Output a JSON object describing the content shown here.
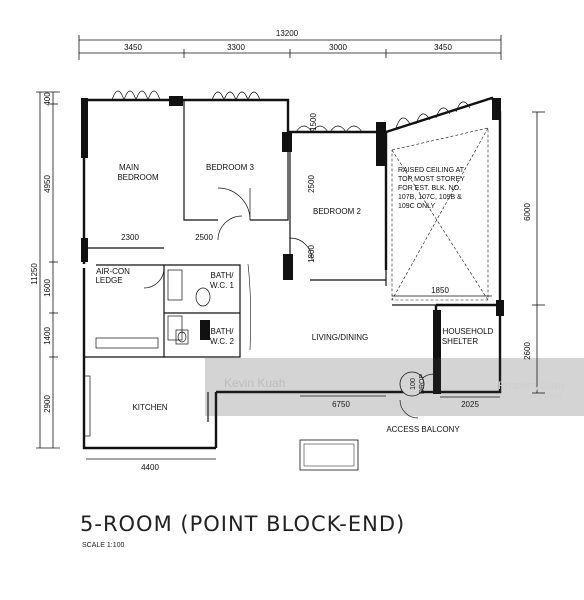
{
  "plan": {
    "title": "5-ROOM (POINT BLOCK-END)",
    "scale": "SCALE  1:100",
    "dimensions": {
      "overall_width": "13200",
      "top_segments": [
        "3450",
        "3300",
        "3000",
        "3450"
      ],
      "left_overall": "11250",
      "left_segments": [
        "400",
        "4950",
        "1600",
        "1400",
        "2900"
      ],
      "right_segments": [
        "6000",
        "2600"
      ],
      "interior": [
        "2300",
        "2500",
        "1500",
        "2500",
        "1800",
        "1850",
        "6750",
        "2025",
        "4400"
      ]
    },
    "rooms": {
      "main_bedroom_line1": "MAIN",
      "main_bedroom_line2": "BEDROOM",
      "bedroom3": "BEDROOM 3",
      "bedroom2": "BEDROOM 2",
      "aircon_line1": "AIR-CON",
      "aircon_line2": "LEDGE",
      "bath1_line1": "BATH/",
      "bath1_line2": "W.C. 1",
      "bath2_line1": "BATH/",
      "bath2_line2": "W.C. 2",
      "living_dining": "LIVING/DINING",
      "shelter_line1": "HOUSEHOLD",
      "shelter_line2": "SHELTER",
      "kitchen": "KITCHEN",
      "access_balcony": "ACCESS  BALCONY",
      "refuse_chute_line1": "100",
      "refuse_chute_line2": "DROP"
    },
    "note_lines": [
      "RAISED CEILING AT",
      "TOP MOST STOREY",
      "FOR EST. BLK. NO.",
      "107B, 107C, 109B &",
      "109C ONLY"
    ]
  },
  "watermark": {
    "agent": "Kevin Kuah",
    "brand": "PropertyGuru",
    "domain": "guru.com.sg"
  }
}
